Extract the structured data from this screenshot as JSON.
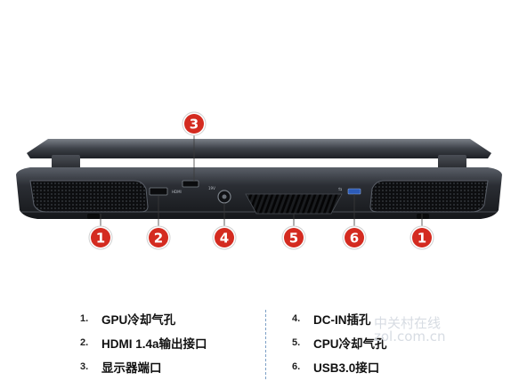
{
  "markers": [
    {
      "id": "3",
      "port": "display-port",
      "color": "#d42b20"
    },
    {
      "id": "1",
      "port": "gpu-vent-left",
      "color": "#d42b20"
    },
    {
      "id": "2",
      "port": "hdmi-port",
      "color": "#d42b20"
    },
    {
      "id": "4",
      "port": "dc-in-port",
      "color": "#d42b20"
    },
    {
      "id": "5",
      "port": "cpu-vent",
      "color": "#d42b20"
    },
    {
      "id": "6",
      "port": "usb-port",
      "color": "#d42b20"
    },
    {
      "id": "1",
      "port": "gpu-vent-right",
      "color": "#d42b20"
    }
  ],
  "legend": {
    "left": [
      {
        "num": "1.",
        "label": "GPU冷却气孔"
      },
      {
        "num": "2.",
        "label": "HDMI 1.4a输出接口"
      },
      {
        "num": "3.",
        "label": "显示器端口"
      }
    ],
    "right": [
      {
        "num": "4.",
        "label": "DC-IN插孔"
      },
      {
        "num": "5.",
        "label": "CPU冷却气孔"
      },
      {
        "num": "6.",
        "label": "USB3.0接口"
      }
    ]
  },
  "watermark": {
    "line1": "中关村在线",
    "line2": "zol.com.cn"
  },
  "port_labels": {
    "hdmi": "HDMI",
    "dc": "19V"
  }
}
